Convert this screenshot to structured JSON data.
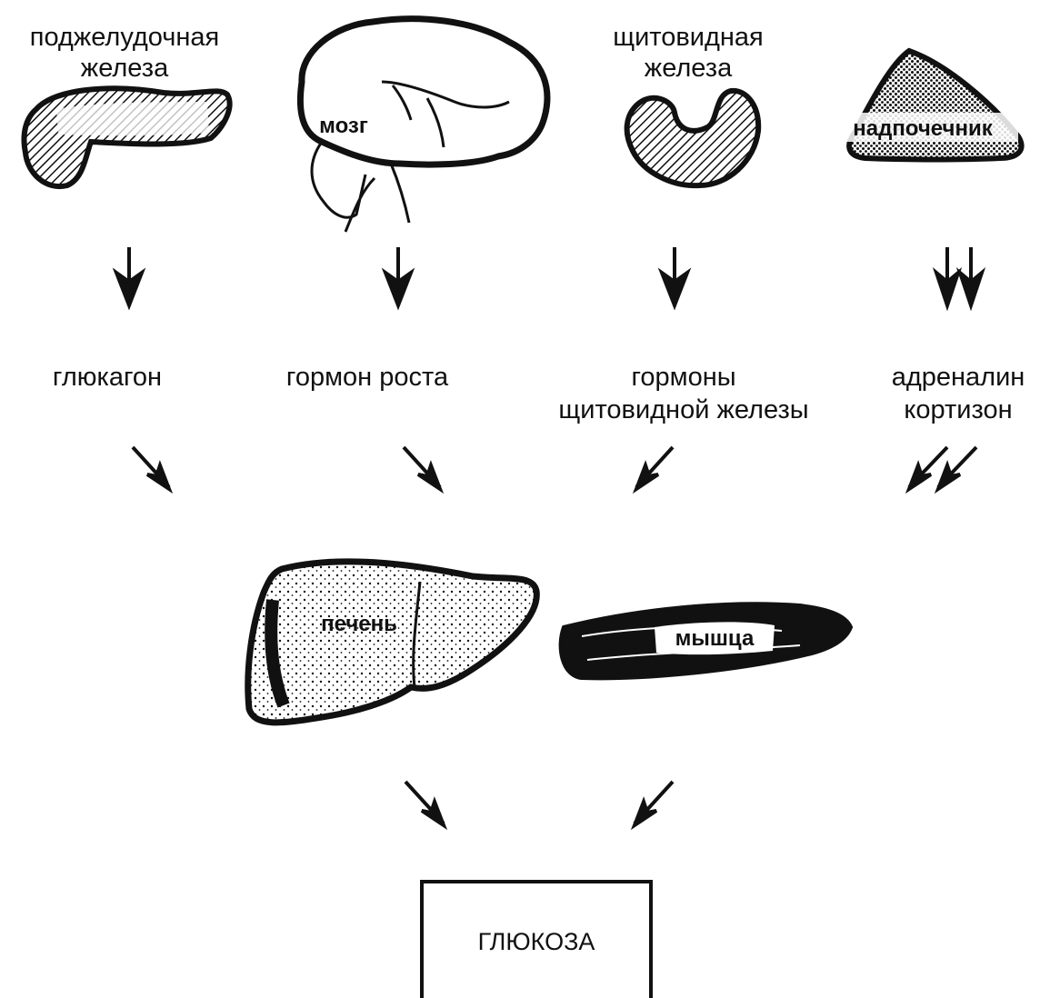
{
  "glands": {
    "pancreas": {
      "label_l1": "поджелудочная",
      "label_l2": "железа"
    },
    "brain": {
      "label": "мозг"
    },
    "thyroid": {
      "label_l1": "щитовидная",
      "label_l2": "железа"
    },
    "adrenal": {
      "label": "надпочечник"
    }
  },
  "hormones": {
    "glucagon": "глюкагон",
    "growth": "гормон роста",
    "thyroid_l1": "гормоны",
    "thyroid_l2": "щитовидной железы",
    "adrenal_l1": "адреналин",
    "adrenal_l2": "кортизон"
  },
  "targets": {
    "liver": "печень",
    "muscle": "мышца"
  },
  "result": {
    "label": "ГЛЮКОЗА"
  },
  "colors": {
    "ink": "#111111",
    "background": "#ffffff"
  },
  "icons": [
    "pancreas-icon",
    "brain-icon",
    "thyroid-icon",
    "adrenal-icon",
    "liver-icon",
    "muscle-icon",
    "arrow-icon"
  ]
}
